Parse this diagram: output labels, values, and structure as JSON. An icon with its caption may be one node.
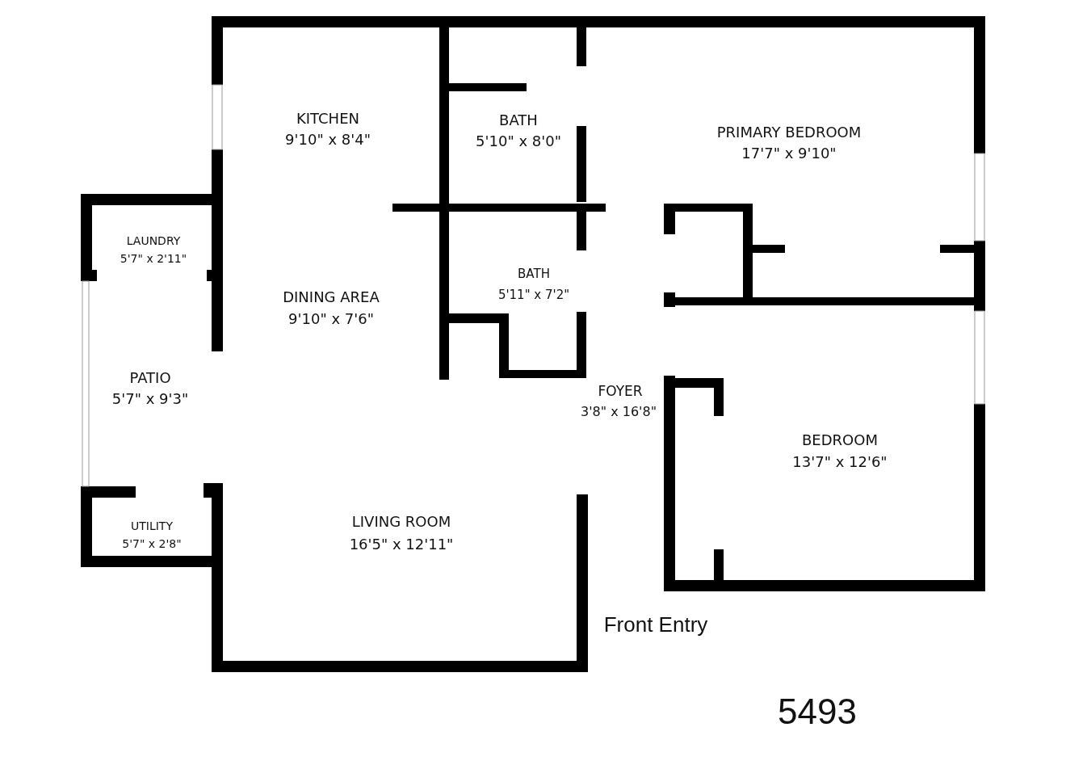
{
  "diagram": {
    "labels": [
      "KITCHEN",
      "9'10\" x 8'4\"",
      "BATH",
      "5'10\" x 8'0\"",
      "PRIMARY BEDROOM",
      "17'7\" x 9'10\"",
      "LAUNDRY",
      "5'7\" x 2'11\"",
      "BATH",
      "5'11\" x 7'2\"",
      "DINING AREA",
      "9'10\" x 7'6\"",
      "PATIO",
      "5'7\" x 9'3\"",
      "FOYER",
      "3'8\" x 16'8\"",
      "BEDROOM",
      "13'7\" x 12'6\"",
      "UTILITY",
      "5'7\" x 2'8\"",
      "LIVING ROOM",
      "16'5\" x 12'11\"",
      "Front Entry",
      "5493"
    ]
  }
}
